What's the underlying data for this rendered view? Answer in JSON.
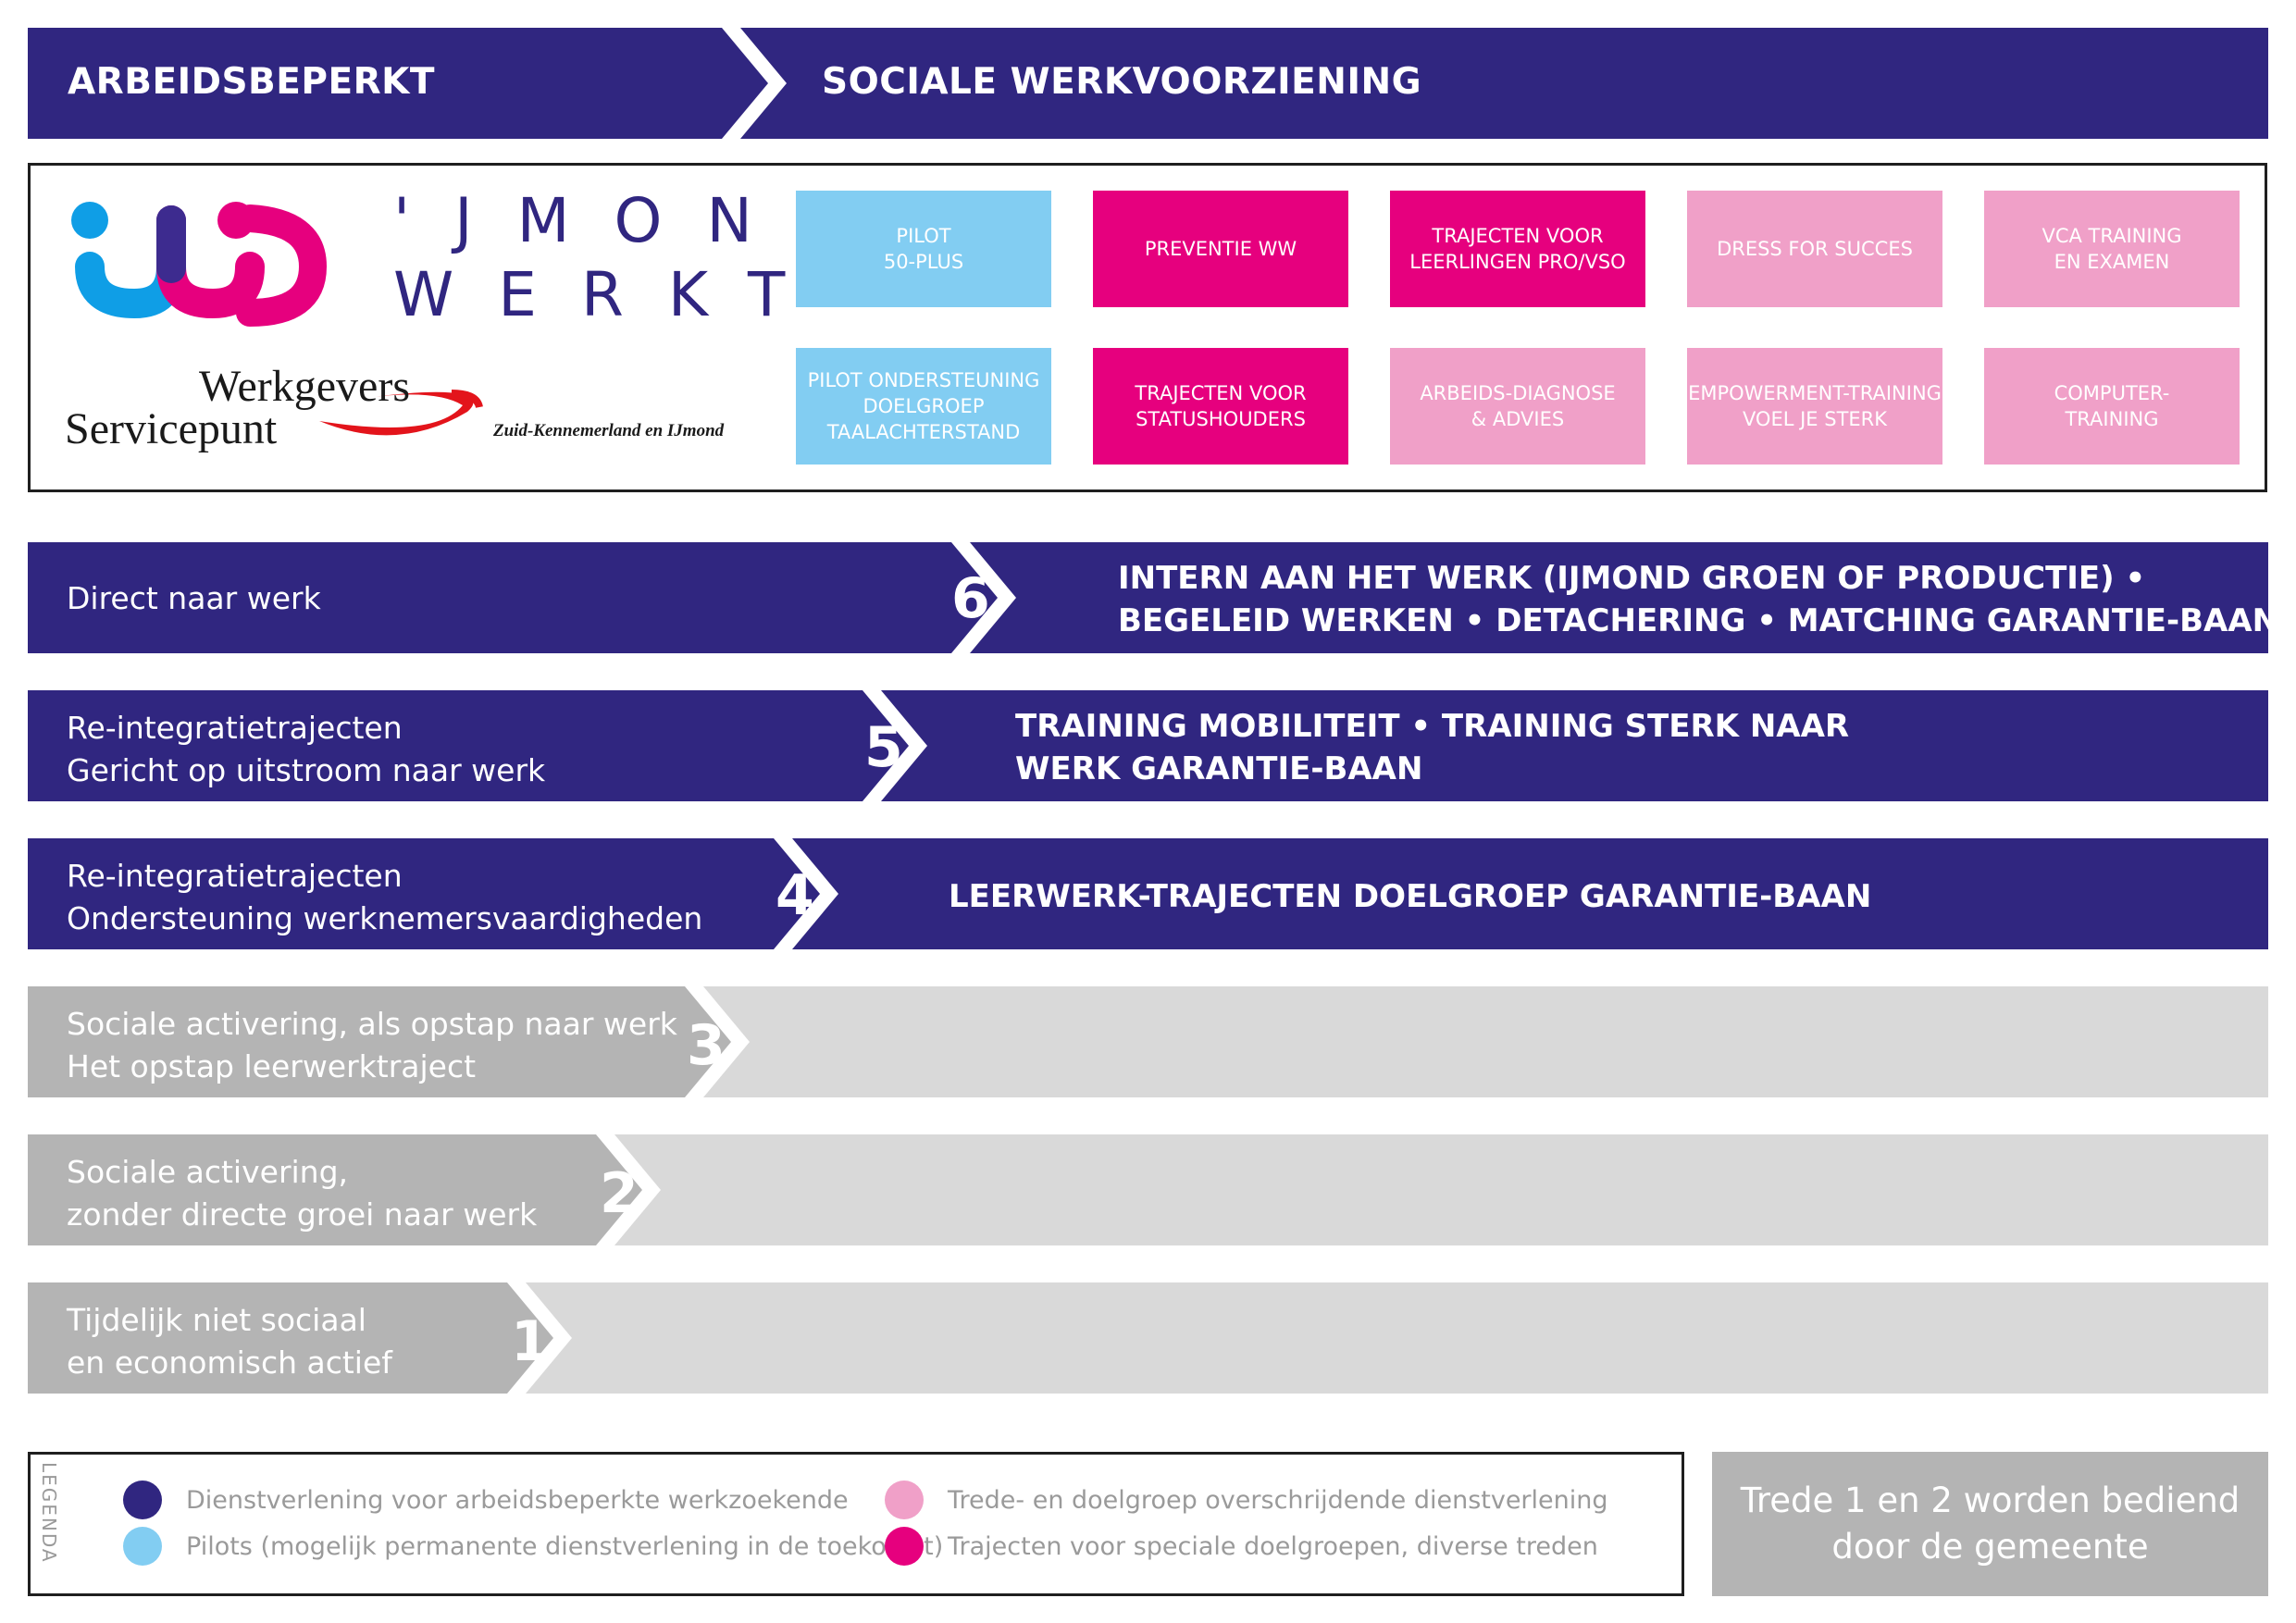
{
  "header": {
    "left_label": "ARBEIDSBEPERKT",
    "right_label": "SOCIALE WERKVOORZIENING",
    "color": "#302680"
  },
  "logos": {
    "ijmond_line1": "'JMOND",
    "ijmond_line2": "WERKT",
    "werkgevers_line1": "Werkgevers",
    "werkgevers_line2": "Servicepunt",
    "region": "Zuid-Kennemerland en IJmond"
  },
  "tiles": [
    {
      "label": "PILOT\n50-PLUS",
      "color": "#82cdf2"
    },
    {
      "label": "PREVENTIE WW",
      "color": "#e6007e"
    },
    {
      "label": "TRAJECTEN VOOR\nLEERLINGEN PRO/VSO",
      "color": "#e6007e"
    },
    {
      "label": "DRESS FOR SUCCES",
      "color": "#f0a0c8"
    },
    {
      "label": "VCA TRAINING\nEN EXAMEN",
      "color": "#f0a0c8"
    },
    {
      "label": "PILOT ONDERSTEUNING\nDOELGROEP\nTAALACHTERSTAND",
      "color": "#82cdf2"
    },
    {
      "label": "TRAJECTEN VOOR\nSTATUSHOUDERS",
      "color": "#e6007e"
    },
    {
      "label": "ARBEIDS-DIAGNOSE\n& ADVIES",
      "color": "#f0a0c8"
    },
    {
      "label": "EMPOWERMENT-TRAINING\nVOEL JE STERK",
      "color": "#f0a0c8"
    },
    {
      "label": "COMPUTER-\nTRAINING",
      "color": "#f0a0c8"
    }
  ],
  "steps": [
    {
      "number": "6",
      "label": "Direct naar werk",
      "description": "INTERN AAN HET WERK (IJMOND GROEN OF PRODUCTIE) •\nBEGELEID WERKEN • DETACHERING • MATCHING GARANTIE-BAAN",
      "active": true
    },
    {
      "number": "5",
      "label": "Re-integratietrajecten\nGericht op uitstroom naar werk",
      "description": "TRAINING MOBILITEIT • TRAINING STERK NAAR\nWERK GARANTIE-BAAN",
      "active": true
    },
    {
      "number": "4",
      "label": "Re-integratietrajecten\nOndersteuning werknemersvaardigheden",
      "description": "LEERWERK-TRAJECTEN DOELGROEP GARANTIE-BAAN",
      "active": true
    },
    {
      "number": "3",
      "label": "Sociale activering, als opstap naar werk\nHet opstap leerwerktraject",
      "description": "",
      "active": false
    },
    {
      "number": "2",
      "label": "Sociale activering,\nzonder directe groei naar werk",
      "description": "",
      "active": false
    },
    {
      "number": "1",
      "label": "Tijdelijk niet sociaal\nen economisch actief",
      "description": "",
      "active": false
    }
  ],
  "colors": {
    "dark_blue": "#302680",
    "grey_left": "#b4b4b4",
    "grey_right": "#d9d9d9",
    "light_blue": "#82cdf2",
    "magenta": "#e6007e",
    "light_pink": "#f0a0c8"
  },
  "legend": {
    "title": "LEGENDA",
    "items": [
      {
        "text": "Dienstverlening voor arbeidsbeperkte werkzoekende",
        "color": "#302680"
      },
      {
        "text": "Pilots (mogelijk permanente dienstverlening in de toekomst)",
        "color": "#82cdf2"
      },
      {
        "text": "Trede- en doelgroep overschrijdende dienstverlening",
        "color": "#f0a0c8"
      },
      {
        "text": "Trajecten voor speciale doelgroepen, diverse treden",
        "color": "#e6007e"
      }
    ]
  },
  "note": "Trede 1 en 2 worden bediend\ndoor de gemeente"
}
